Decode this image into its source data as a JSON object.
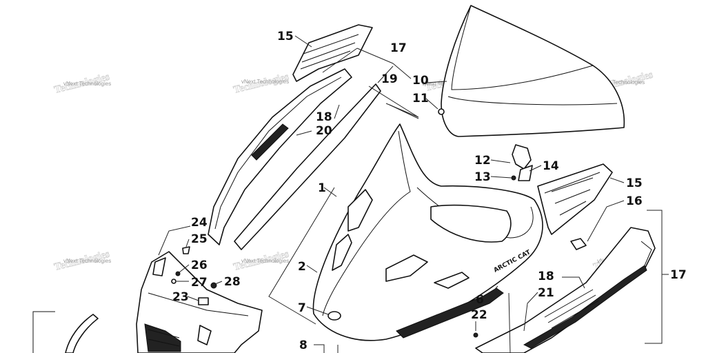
{
  "callouts": [
    {
      "id": "c1",
      "label": "1"
    },
    {
      "id": "c2",
      "label": "2"
    },
    {
      "id": "c6",
      "label": "6"
    },
    {
      "id": "c7",
      "label": "7"
    },
    {
      "id": "c8",
      "label": "8"
    },
    {
      "id": "c10",
      "label": "10"
    },
    {
      "id": "c11",
      "label": "11"
    },
    {
      "id": "c12",
      "label": "12"
    },
    {
      "id": "c13",
      "label": "13"
    },
    {
      "id": "c14",
      "label": "14"
    },
    {
      "id": "c15a",
      "label": "15"
    },
    {
      "id": "c15b",
      "label": "15"
    },
    {
      "id": "c16",
      "label": "16"
    },
    {
      "id": "c17a",
      "label": "17"
    },
    {
      "id": "c17b",
      "label": "17"
    },
    {
      "id": "c18a",
      "label": "18"
    },
    {
      "id": "c18b",
      "label": "18"
    },
    {
      "id": "c19",
      "label": "19"
    },
    {
      "id": "c20",
      "label": "20"
    },
    {
      "id": "c21",
      "label": "21"
    },
    {
      "id": "c22",
      "label": "22"
    },
    {
      "id": "c23",
      "label": "23"
    },
    {
      "id": "c24",
      "label": "24"
    },
    {
      "id": "c25",
      "label": "25"
    },
    {
      "id": "c26",
      "label": "26"
    },
    {
      "id": "c27",
      "label": "27"
    },
    {
      "id": "c28",
      "label": "28"
    }
  ],
  "watermark": {
    "text": "vNext Technologies",
    "logo_text": "Technologies"
  },
  "decals": {
    "brand": "ARCTIC CAT"
  }
}
